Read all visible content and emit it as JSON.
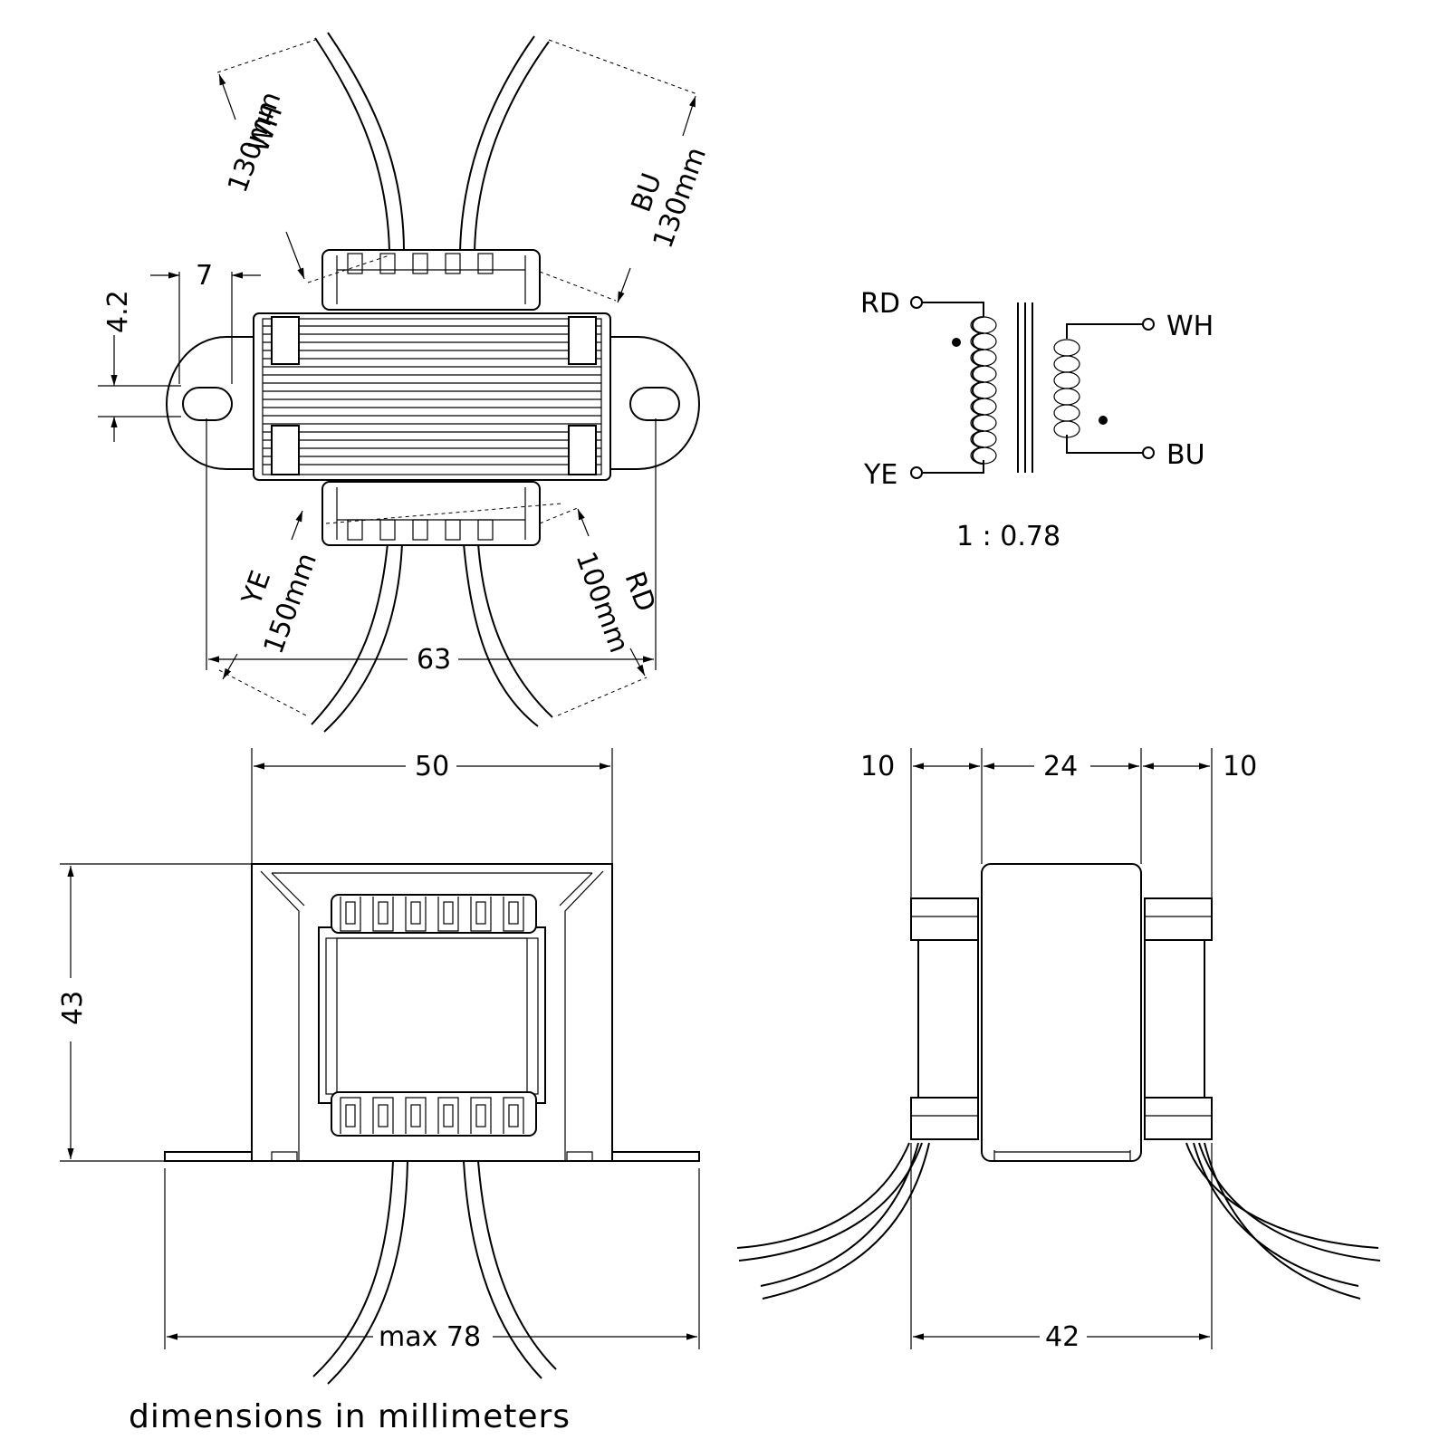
{
  "top_view": {
    "lead_wh": {
      "color": "WH",
      "length": "130mm"
    },
    "lead_bu": {
      "color": "BU",
      "length": "130mm"
    },
    "lead_ye": {
      "color": "YE",
      "length": "150mm"
    },
    "lead_rd": {
      "color": "RD",
      "length": "100mm"
    },
    "dim_slot_width": "7",
    "dim_slot_height": "4.2",
    "dim_mount_spacing": "63"
  },
  "schematic": {
    "primary_top": "RD",
    "primary_bottom": "YE",
    "secondary_top": "WH",
    "secondary_bottom": "BU",
    "ratio": "1 : 0.78"
  },
  "front_view": {
    "dim_width": "50",
    "dim_height": "43",
    "dim_overall": "max 78"
  },
  "side_view": {
    "dim_left": "10",
    "dim_center": "24",
    "dim_right": "10",
    "dim_overall": "42"
  },
  "caption": "dimensions in millimeters"
}
